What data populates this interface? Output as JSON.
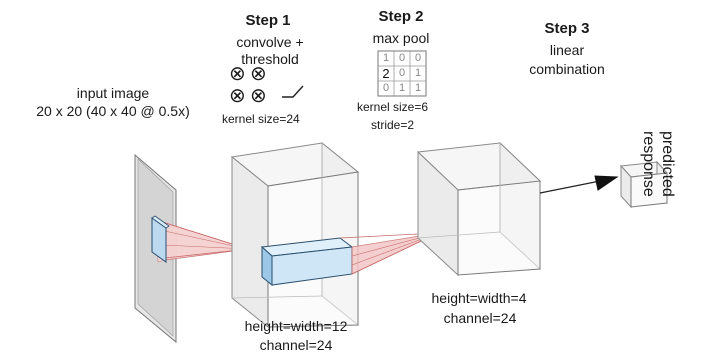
{
  "input": {
    "label_line1": "input image",
    "label_line2": "20 x 20 (40 x 40 @ 0.5x)"
  },
  "step1": {
    "title": "Step 1",
    "desc_line1": "convolve +",
    "desc_line2": "threshold",
    "op_symbol": "⊗",
    "kernel_label": "kernel size=24"
  },
  "step2": {
    "title": "Step 2",
    "desc": "max pool",
    "grid": [
      [
        "1",
        "0",
        "0"
      ],
      [
        "2",
        "0",
        "1"
      ],
      [
        "0",
        "1",
        "1"
      ]
    ],
    "kernel_label": "kernel size=6",
    "stride_label": "stride=2"
  },
  "step3": {
    "title": "Step 3",
    "desc_line1": "linear",
    "desc_line2": "combination"
  },
  "layer1": {
    "dims_label": "height=width=12",
    "channel_label": "channel=24"
  },
  "layer2": {
    "dims_label": "height=width=4",
    "channel_label": "channel=24"
  },
  "output": {
    "label_line1": "predicted",
    "label_line2": "response"
  },
  "colors": {
    "cube_edge": "#8a8a8a",
    "cube_fill": "#f2f2f2",
    "kernel_fill": "#cfe6f7",
    "kernel_edge": "#2a4f6e",
    "receptive_fill": "#f4c7c7",
    "receptive_edge": "#c86a6a"
  }
}
